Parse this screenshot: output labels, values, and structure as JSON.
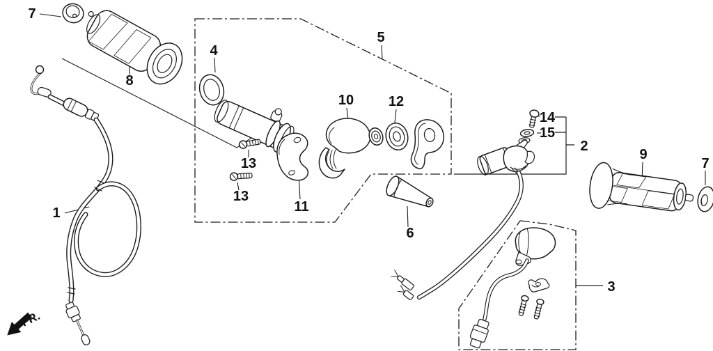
{
  "page": {
    "background": "#ffffff",
    "line_color": "#1c1c1c"
  },
  "callouts": {
    "c1": "1",
    "c2": "2",
    "c3": "3",
    "c4": "4",
    "c5": "5",
    "c6": "6",
    "c7a": "7",
    "c7b": "7",
    "c8": "8",
    "c9": "9",
    "c10": "10",
    "c11": "11",
    "c12": "12",
    "c13a": "13",
    "c13b": "13",
    "c14": "14",
    "c15": "15"
  },
  "fr_marker": {
    "label": "FR."
  }
}
